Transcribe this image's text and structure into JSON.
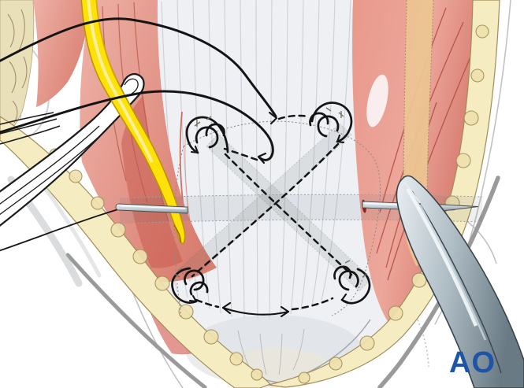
{
  "logo": {
    "text": "AO"
  },
  "colors": {
    "background": "#ffffff",
    "logo_blue": "#1d53a8",
    "nerve_yellow": "#ffe10a",
    "muscle_pink": "#e59a8f",
    "muscle_red": "#c05848",
    "fat_yellow": "#f6ecc2",
    "fat_outline": "#a08c58",
    "tendon_light": "#eef0f3",
    "tendon_fiber": "#c6cad2",
    "suture_black": "#141414",
    "steel_light": "#e3eaed",
    "steel_dark": "#5f707a",
    "skin_outline_gray": "#9a9a9a",
    "graft_band_gray": "#5c6268"
  },
  "elements": {
    "tendon": "quadriceps-tendon-with-vertical-fibers",
    "patella": "patella-shaded-outline",
    "suture_pattern": "crossed-dashed-suture-over-x-graft-bands",
    "suture_anchors": "four-corner-corkscrew-suture-loops",
    "threads": "free-suture-threads-with-arrowheads",
    "retractor": "langenbeck-retractor",
    "nerve": "yellow-nerve",
    "left_pin": "transverse-pin-left",
    "right_pin": "transverse-pin-right-with-sharp-tip",
    "forceps": "curved-surgical-forceps",
    "wound_fat": "subcutaneous-fat-wound-edge",
    "muscle_left": "medial-vastus-muscle",
    "muscle_right": "lateral-vastus-muscle",
    "logo": "ao-foundation-logo"
  }
}
